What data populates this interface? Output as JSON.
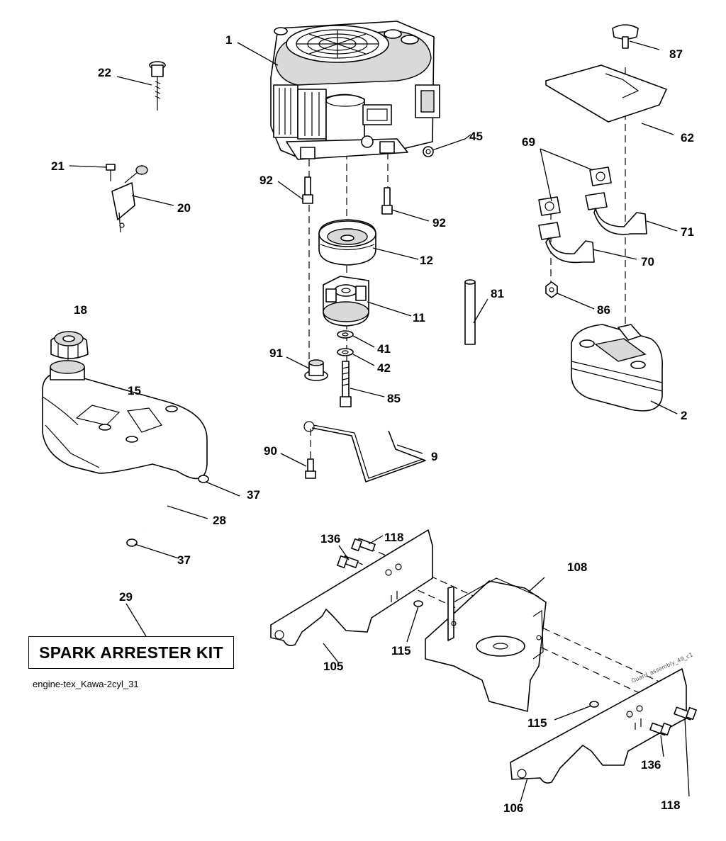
{
  "callouts": {
    "c1": "1",
    "c2": "2",
    "c9": "9",
    "c11": "11",
    "c12": "12",
    "c15": "15",
    "c18": "18",
    "c20": "20",
    "c21": "21",
    "c22": "22",
    "c28": "28",
    "c29": "29",
    "c37a": "37",
    "c37b": "37",
    "c41": "41",
    "c42": "42",
    "c45": "45",
    "c62": "62",
    "c69": "69",
    "c70": "70",
    "c71": "71",
    "c81": "81",
    "c85": "85",
    "c86": "86",
    "c87": "87",
    "c90": "90",
    "c91": "91",
    "c92a": "92",
    "c92b": "92",
    "c105": "105",
    "c106": "106",
    "c108": "108",
    "c115a": "115",
    "c115b": "115",
    "c118a": "118",
    "c118b": "118",
    "c136a": "136",
    "c136b": "136"
  },
  "kit_label": "SPARK ARRESTER KIT",
  "caption": "engine-tex_Kawa-2cyl_31",
  "stamp": "Guard_assembly_49_c1"
}
